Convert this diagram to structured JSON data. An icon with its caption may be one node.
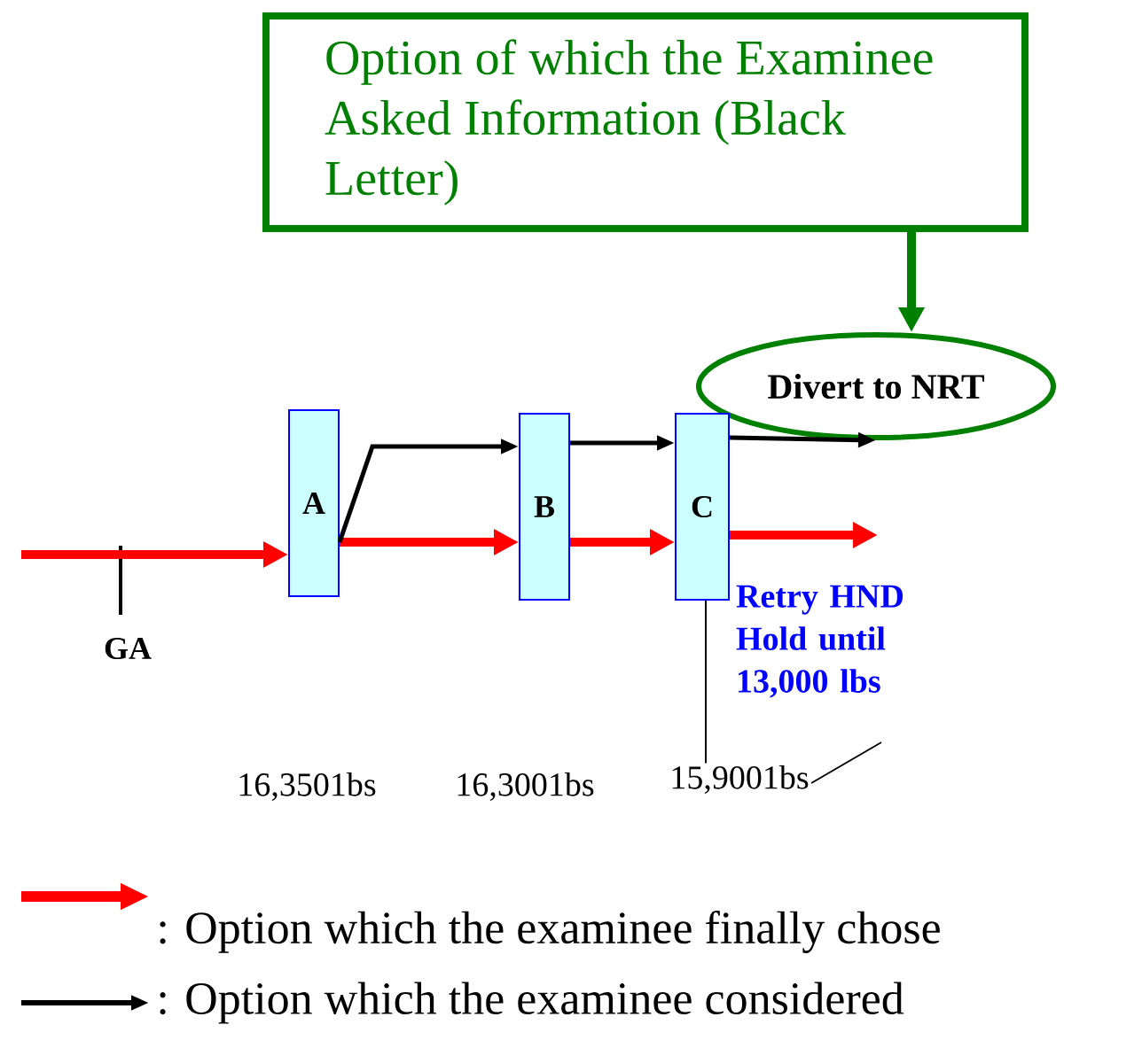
{
  "diagram": {
    "nodes": [
      {
        "text": [
          "Option of which the Examinee Asked Information (Black Letter)"
        ]
      },
      {
        "text": [
          "Divert to NRT"
        ]
      },
      {
        "text": [
          "A"
        ]
      },
      {
        "text": [
          "B"
        ]
      },
      {
        "text": [
          "C"
        ]
      },
      {
        "text": [
          "15,9001bs"
        ]
      }
    ],
    "edges": [
      {
        "from": 0,
        "to": 1,
        "arrow": "to",
        "style": "thick",
        "color": "#008000"
      },
      {
        "from": null,
        "to": 2,
        "arrow": "to",
        "style": "thick",
        "color": "#ff0000"
      },
      {
        "from": 2,
        "to": 3,
        "arrow": "to",
        "style": "thick",
        "color": "#ff0000"
      },
      {
        "from": 3,
        "to": 4,
        "arrow": "to",
        "style": "thick",
        "color": "#ff0000"
      },
      {
        "from": 4,
        "to": null,
        "arrow": "to",
        "style": "thick",
        "color": "#ff0000"
      },
      {
        "from": 2,
        "to": 3,
        "arrow": "to"
      },
      {
        "from": 3,
        "to": 4,
        "arrow": "to"
      },
      {
        "from": 4,
        "to": 1,
        "arrow": "to"
      },
      {
        "from": 5,
        "to": 4,
        "arrow": "none"
      },
      {
        "from": 5,
        "to": null,
        "arrow": "none"
      }
    ],
    "labels": [
      "GA",
      "Retry HND Hold until 13,000 lbs",
      "16,3501bs",
      "16,3001bs"
    ],
    "legend": [
      {
        "text": ": Option which the examinee finally chose"
      },
      {
        "text": ": Option which the examinee considered"
      }
    ]
  }
}
